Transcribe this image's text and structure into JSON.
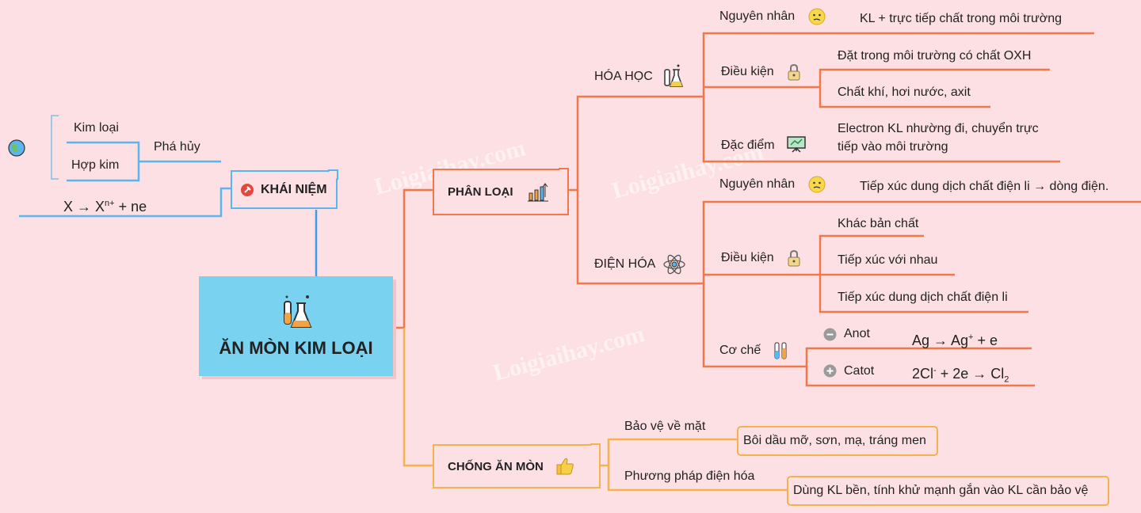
{
  "central": {
    "title": "ĂN MÒN KIM LOẠI",
    "fill": "#79d3f0"
  },
  "khai_niem": {
    "label": "KHÁI NIỆM",
    "kim_loai": "Kim loại",
    "hop_kim": "Hợp kim",
    "pha_huy": "Phá hủy",
    "equation": {
      "a": "X → X",
      "sup": "n+",
      "b": " + ne"
    }
  },
  "phan_loai": {
    "label": "PHÂN LOẠI",
    "hoa_hoc": {
      "label": "HÓA HỌC",
      "nguyen_nhan_label": "Nguyên nhân",
      "nguyen_nhan_text": "KL + trực tiếp chất trong môi trường",
      "dieu_kien_label": "Điều kiện",
      "dieu_kien_1": "Đặt trong môi trường có chất OXH",
      "dieu_kien_2": "Chất khí, hơi nước, axit",
      "dac_diem_label": "Đặc điểm",
      "dac_diem_line1": "Electron KL nhường đi, chuyển trực",
      "dac_diem_line2": "tiếp vào môi trường"
    },
    "dien_hoa": {
      "label": "ĐIỆN HÓA",
      "nguyen_nhan_label": "Nguyên nhân",
      "nguyen_nhan_text": "Tiếp xúc dung dịch chất điện li → dòng điện.",
      "dieu_kien_label": "Điều kiện",
      "dieu_kien_1": "Khác bản chất",
      "dieu_kien_2": "Tiếp xúc với nhau",
      "dieu_kien_3": "Tiếp xúc dung dịch chất điện li",
      "co_che_label": "Cơ chế",
      "anot_label": "Anot",
      "anot_eq": {
        "a": "Ag → Ag",
        "sup": "+",
        "b": " + e"
      },
      "catot_label": "Catot",
      "catot_eq": {
        "a": "2Cl",
        "sup": "-",
        "b": " + 2e → Cl",
        "sub": "2"
      }
    }
  },
  "chong_an_mon": {
    "label": "CHỐNG ĂN MÒN",
    "bao_ve_label": "Bảo vệ về mặt",
    "bao_ve_text": "Bôi dầu mỡ, sơn, mạ, tráng men",
    "dien_hoa_label": "Phương pháp điện hóa",
    "dien_hoa_text": "Dùng KL bền, tính khử mạnh gắn vào KL cần bảo vệ"
  },
  "watermark": "Loigiaihay.com",
  "colors": {
    "orange": "#f0784a",
    "blue": "#5bb5ee",
    "yellow": "#f4b350",
    "bg": "#fde0e3"
  }
}
